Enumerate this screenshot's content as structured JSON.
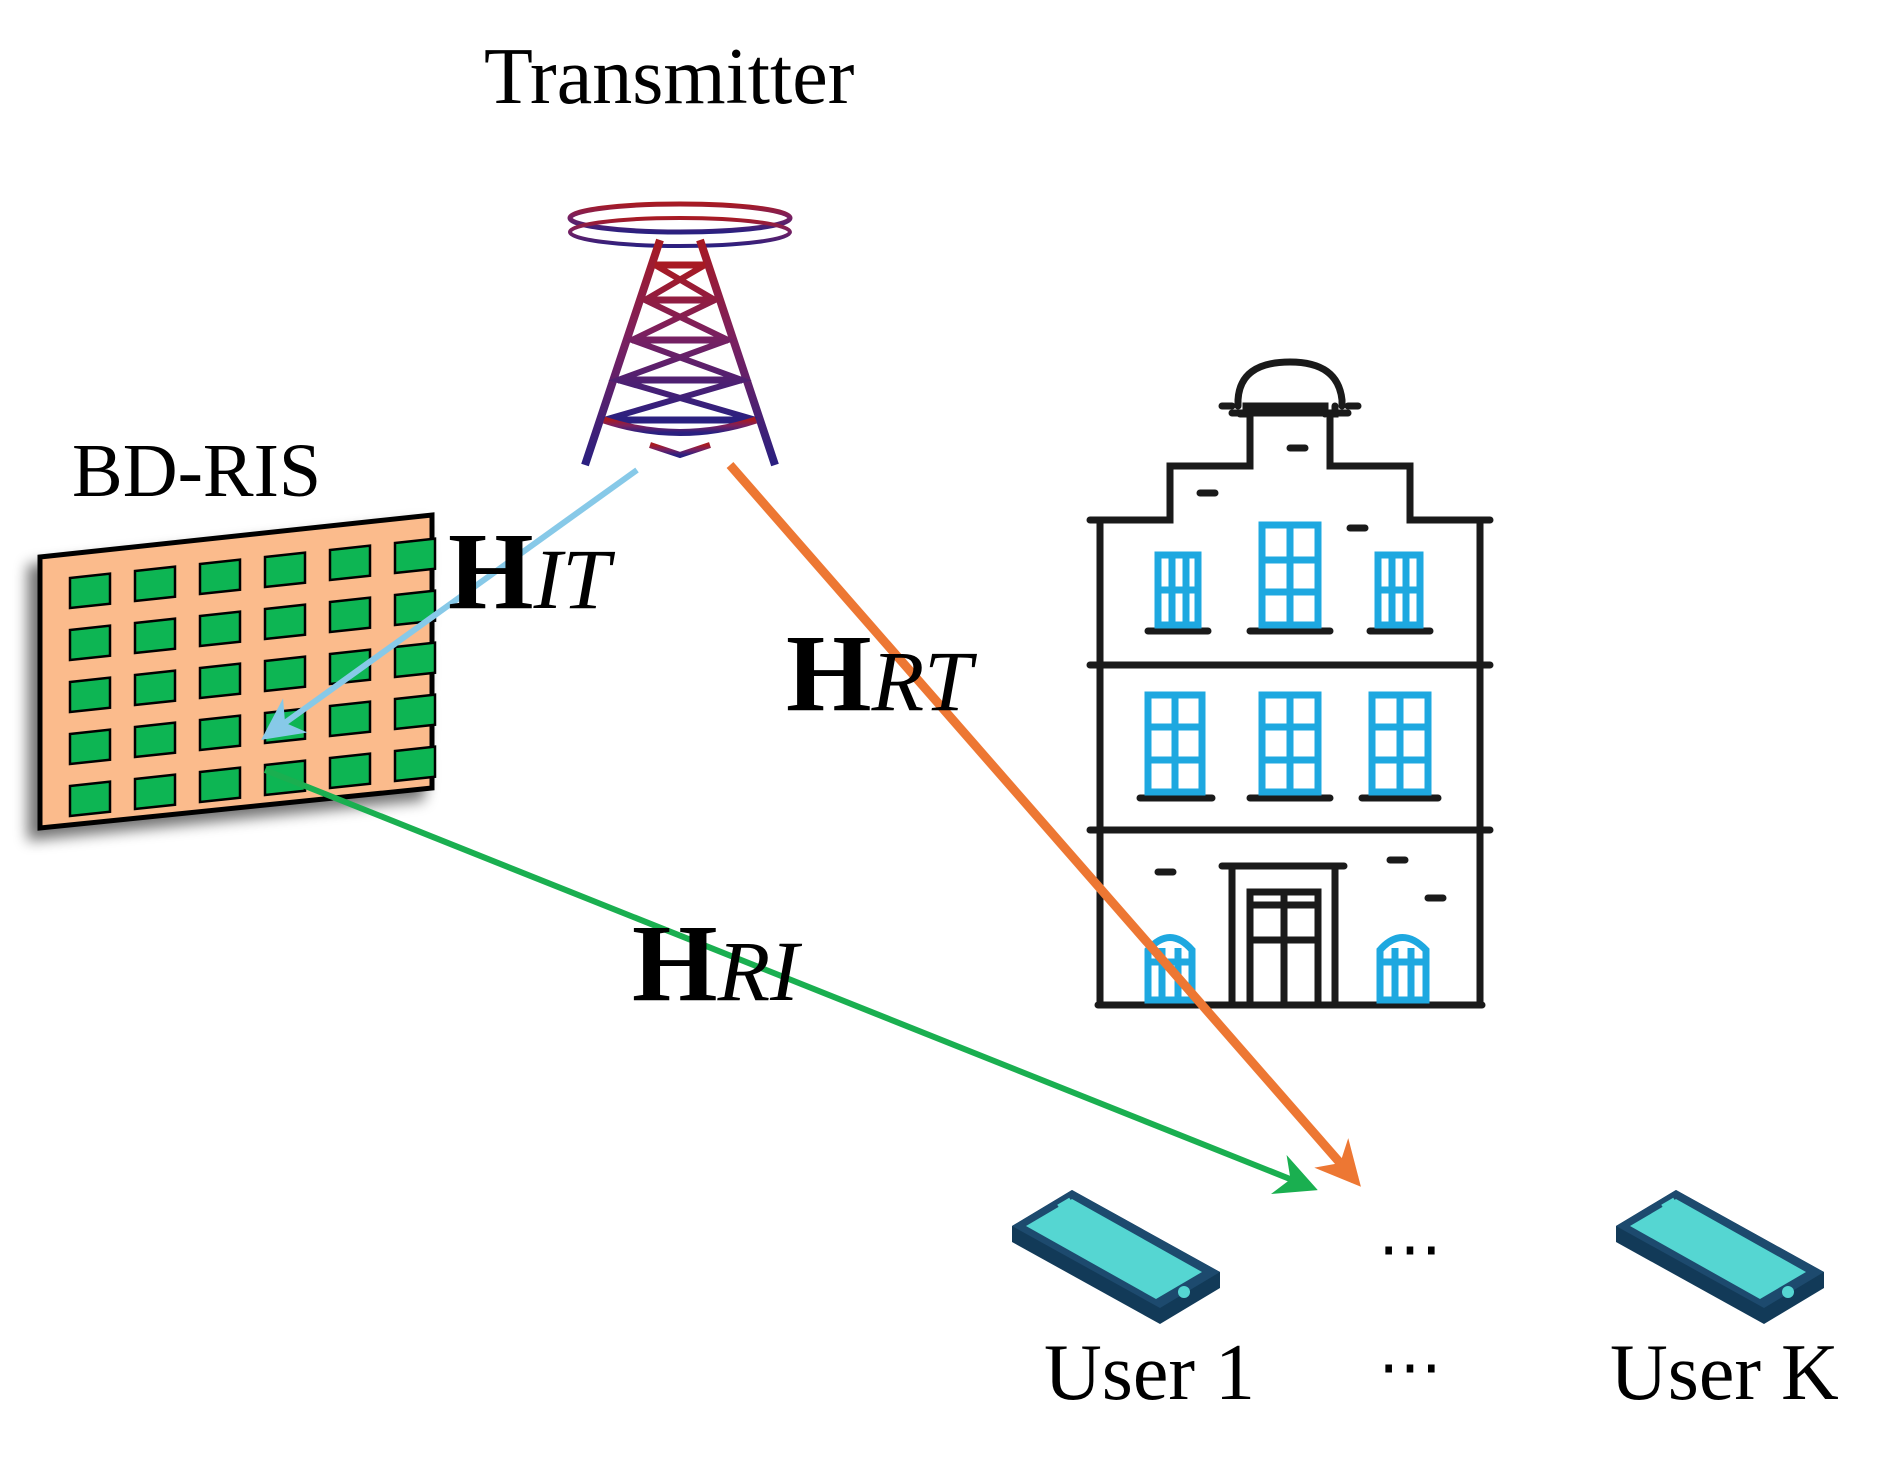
{
  "diagram": {
    "transmitter_label": "Transmitter",
    "ris_label": "BD-RIS",
    "channels": {
      "it": {
        "symbol": "H",
        "subscript": "IT",
        "color": "#87c9e8"
      },
      "rt": {
        "symbol": "H",
        "subscript": "RT",
        "color": "#ed7733"
      },
      "ri": {
        "symbol": "H",
        "subscript": "RI",
        "color": "#1aaf50"
      }
    },
    "users": [
      {
        "label": "User 1",
        "icon": "smartphone-icon"
      },
      {
        "label": "User K",
        "icon": "smartphone-icon"
      }
    ],
    "ellipsis_top": "⋯",
    "ellipsis_bottom": "⋯",
    "icons": [
      "transmitter-tower-icon",
      "ris-panel-icon",
      "building-icon",
      "smartphone-icon"
    ],
    "colors": {
      "tower_top": "#a01c2a",
      "tower_bottom": "#2a2080",
      "ris_panel": "#fbbb8c",
      "ris_element": "#10b552",
      "building_window": "#1ea8e0",
      "phone_screen": "#55d6d2",
      "phone_body": "#1d4a6e"
    }
  }
}
